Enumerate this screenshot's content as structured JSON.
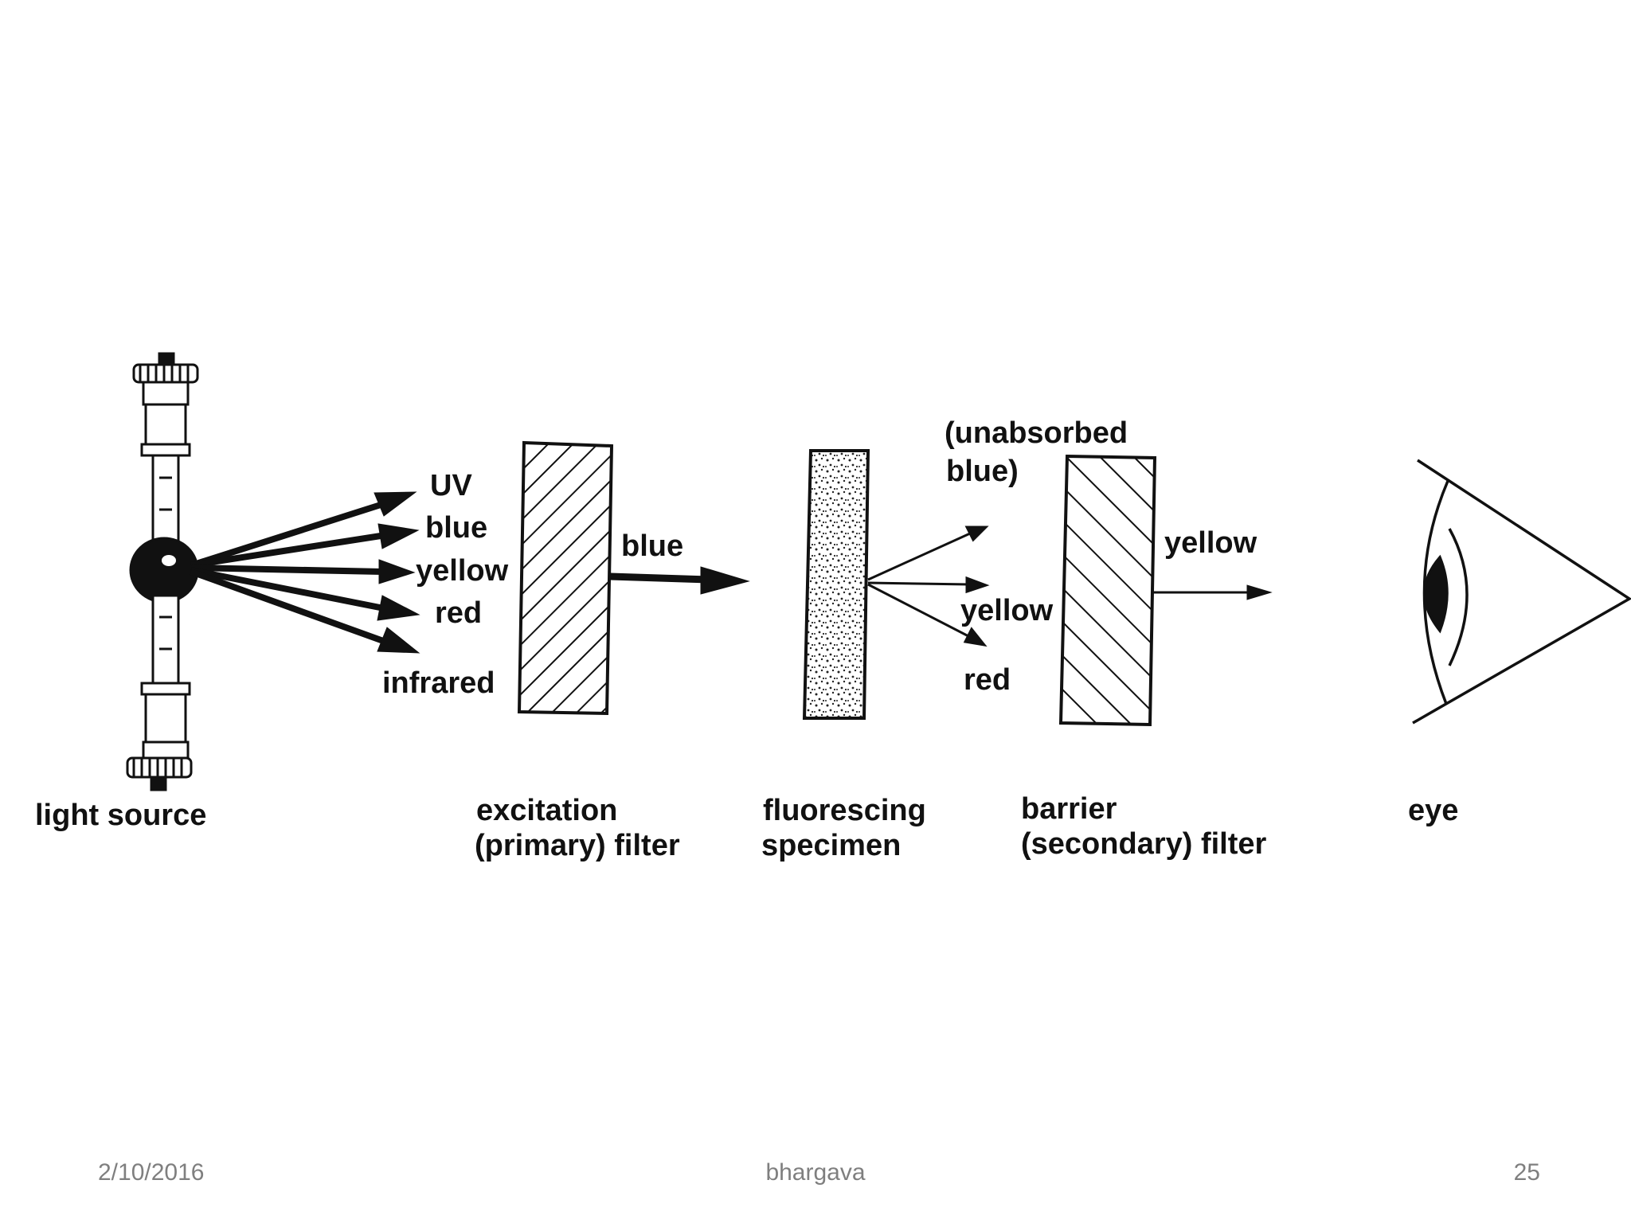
{
  "diagram": {
    "stages": {
      "light_source": "light source",
      "excitation_filter": [
        "excitation",
        "(primary) filter"
      ],
      "specimen": [
        "fluorescing",
        "specimen"
      ],
      "barrier_filter": [
        "barrier",
        "(secondary) filter"
      ],
      "eye": "eye"
    },
    "source_rays": [
      "UV",
      "blue",
      "yellow",
      "red",
      "infrared"
    ],
    "after_excitation": "blue",
    "specimen_emission": {
      "unabsorbed": [
        "(unabsorbed",
        "blue)"
      ],
      "yellow": "yellow",
      "red": "red"
    },
    "after_barrier": "yellow"
  },
  "footer": {
    "date": "2/10/2016",
    "author": "bhargava",
    "page": "25"
  },
  "colors": {
    "ink": "#111111",
    "background": "#ffffff",
    "footer_text": "#7f7f7f"
  }
}
